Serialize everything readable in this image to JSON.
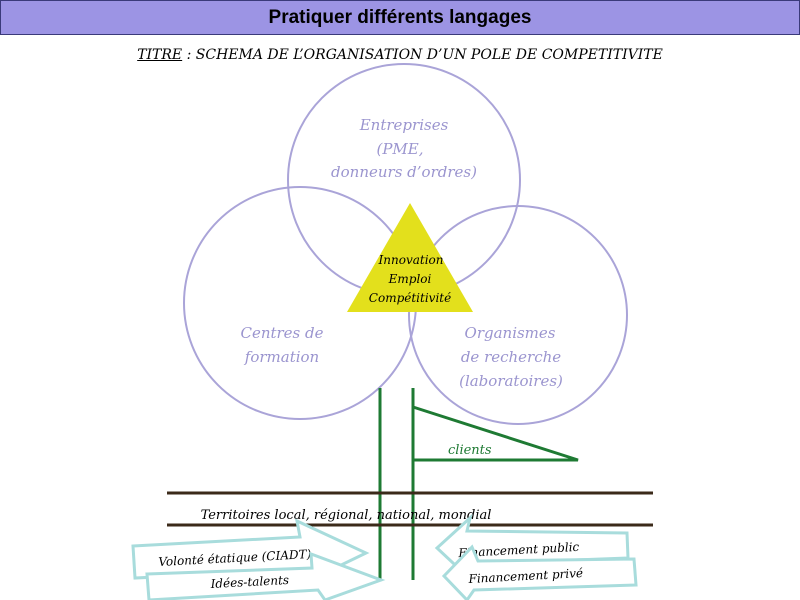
{
  "header": {
    "title": "Pratiquer différents langages"
  },
  "schema_title": {
    "label": "TITRE",
    "text": " : SCHEMA DE L’ORGANISATION D’UN POLE DE COMPETITIVITE"
  },
  "circles": {
    "top": {
      "line1": "Entreprises",
      "line2": "(PME,",
      "line3": "donneurs d’ordres)"
    },
    "left": {
      "line1": "Centres de",
      "line2": "formation"
    },
    "right": {
      "line1": "Organismes",
      "line2": "de recherche",
      "line3": "(laboratoires)"
    }
  },
  "triangle": {
    "line1": "Innovation",
    "line2": "Emploi",
    "line3": "Compétitivité"
  },
  "flag": {
    "label": "clients"
  },
  "ground": {
    "label": "Territoires local, régional, national, mondial"
  },
  "arrows": {
    "left_top": "Volonté étatique (CIADT)",
    "left_bottom": "Idées-talents",
    "right_top": "Financement public",
    "right_bottom": "Financement privé"
  },
  "colors": {
    "header_bg": "#9c94e4",
    "circle_stroke": "#aaa4d8",
    "circle_text": "#9b95cf",
    "triangle_fill": "#e3e01c",
    "green": "#1e7a33",
    "ground_line": "#3b2a1a",
    "arrow_stroke": "#a8dcdc"
  }
}
